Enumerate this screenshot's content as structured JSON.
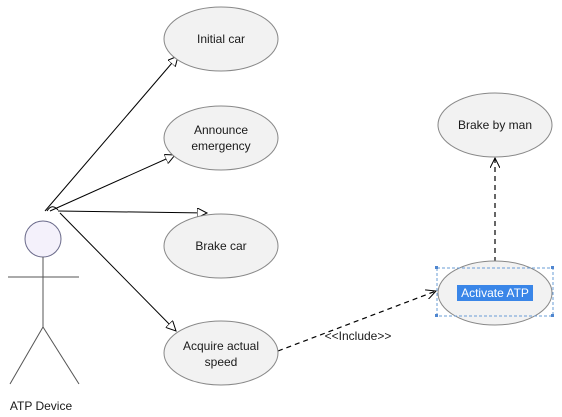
{
  "actor": {
    "name": "ATP Device"
  },
  "use_cases": {
    "initial_car": "Initial car",
    "announce_emergency_line1": "Announce",
    "announce_emergency_line2": "emergency",
    "brake_car": "Brake car",
    "acquire_speed_line1": "Acquire actual",
    "acquire_speed_line2": "speed",
    "brake_by_man": "Brake by man",
    "activate_atp": "Activate ATP"
  },
  "relations": {
    "include_label": "<<Include>>"
  },
  "colors": {
    "ellipse_fill": "#f2f2f2",
    "ellipse_stroke": "#888888",
    "selection": "#3a86e8"
  }
}
